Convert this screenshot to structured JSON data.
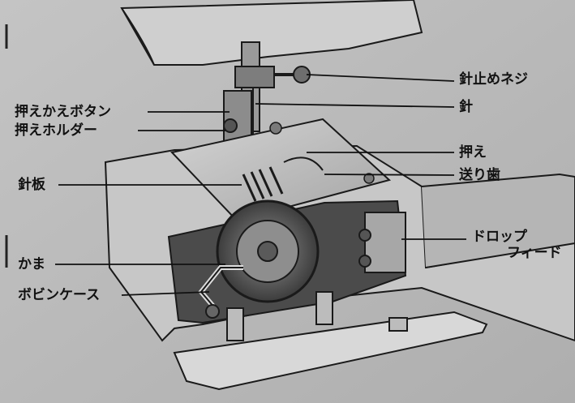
{
  "labels": {
    "needle_clamp_screw": "針止めネジ",
    "needle": "針",
    "presser_button": "押えかえボタン",
    "presser_holder": "押えホルダー",
    "presser_foot": "押え",
    "feed_dog": "送り歯",
    "needle_plate": "針板",
    "drop_feed_line1": "ドロップ",
    "drop_feed_line2": "フィード",
    "hook": "かま",
    "bobbin_case": "ボビンケース"
  },
  "colors": {
    "background": "#bdbdbd",
    "ink": "#111111",
    "paper_light": "#d6d6d6",
    "shadow": "#6e6e6e"
  }
}
